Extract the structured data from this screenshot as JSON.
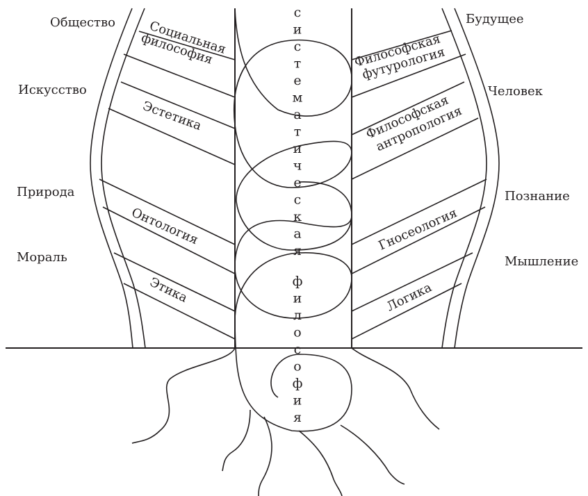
{
  "left_labels": [
    "Общество",
    "Искусство",
    "Природа",
    "Мораль"
  ],
  "right_labels": [
    "Будущее",
    "Человек",
    "Познание",
    "Мышление"
  ],
  "left_bands": [
    {
      "lines": [
        "Социальная",
        "философия"
      ]
    },
    {
      "lines": [
        "Эстетика"
      ]
    },
    {
      "lines": [
        "Онтология"
      ]
    },
    {
      "lines": [
        "Этика"
      ]
    }
  ],
  "right_bands": [
    {
      "lines": [
        "Философская",
        "футурология"
      ]
    },
    {
      "lines": [
        "Философская",
        "антропология"
      ]
    },
    {
      "lines": [
        "Гносеология"
      ]
    },
    {
      "lines": [
        "Логика"
      ]
    }
  ],
  "trunk_text": "систематическая философия",
  "colors": {
    "ink": "#231f20",
    "background": "#ffffff"
  }
}
